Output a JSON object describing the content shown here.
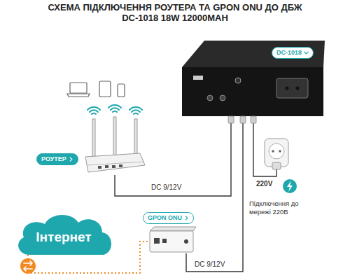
{
  "diagram": {
    "title": "СХЕМА ПІДКЛЮЧЕННЯ РОУТЕРА ТА GPON ONU ДО ДБЖ DC-1018 18W 12000MAH",
    "nodes": [
      {
        "text": [
          "DC-1018"
        ]
      },
      {
        "text": [
          "РОУТЕР"
        ]
      },
      {
        "text": [
          "Інтернет"
        ]
      },
      {
        "text": [
          "GPON ONU"
        ]
      }
    ],
    "edges": [
      {
        "from": 0,
        "to": 1,
        "label": "DC 9/12V",
        "arrow": "none"
      },
      {
        "from": 0,
        "to": 3,
        "label": "DC 9/12V",
        "arrow": "none"
      },
      {
        "from": 2,
        "to": 3,
        "arrow": "none"
      }
    ],
    "labels": [
      "220V",
      "Підключення до мережі 220В"
    ]
  }
}
